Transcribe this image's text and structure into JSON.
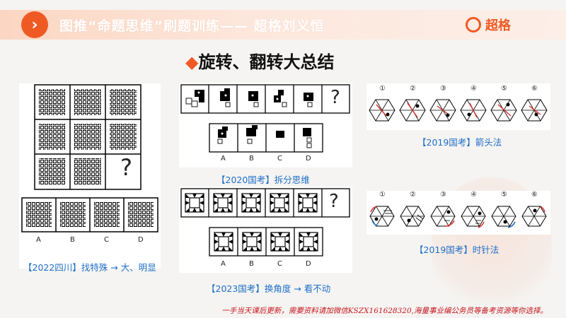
{
  "header": {
    "badge_glyph": "›",
    "title": "图推“命题思维”刷题训练—— 超格刘义恒",
    "logo_text": "超格",
    "accent": "#ef5a24"
  },
  "section": {
    "bullet": "◆",
    "title": "旋转、翻转大总结"
  },
  "panels": {
    "p2022": {
      "option_labels": [
        "A",
        "B",
        "C",
        "D"
      ],
      "question_mark": "?",
      "caption": "【2022四川】找特殊 → 大、明显"
    },
    "p2020": {
      "option_labels": [
        "A",
        "B",
        "C",
        "D"
      ],
      "question_mark": "?",
      "caption": "【2020国考】拆分思维"
    },
    "p2023": {
      "option_labels": [
        "A",
        "B",
        "C",
        "D"
      ],
      "question_mark": "?",
      "caption": "【2023国考】换角度 → 看不动"
    },
    "p2019a": {
      "numbers": [
        "①",
        "②",
        "③",
        "④",
        "⑤",
        "⑥"
      ],
      "caption": "【2019国考】箭头法"
    },
    "p2019b": {
      "numbers": [
        "①",
        "②",
        "③",
        "④",
        "⑤",
        "⑥"
      ],
      "caption": "【2019国考】时针法"
    }
  },
  "footer": {
    "watermark": "一手当天课后更新，需要资料请加微信KSZX161628320,海量事业编公务员等备考资源等你选择。"
  }
}
